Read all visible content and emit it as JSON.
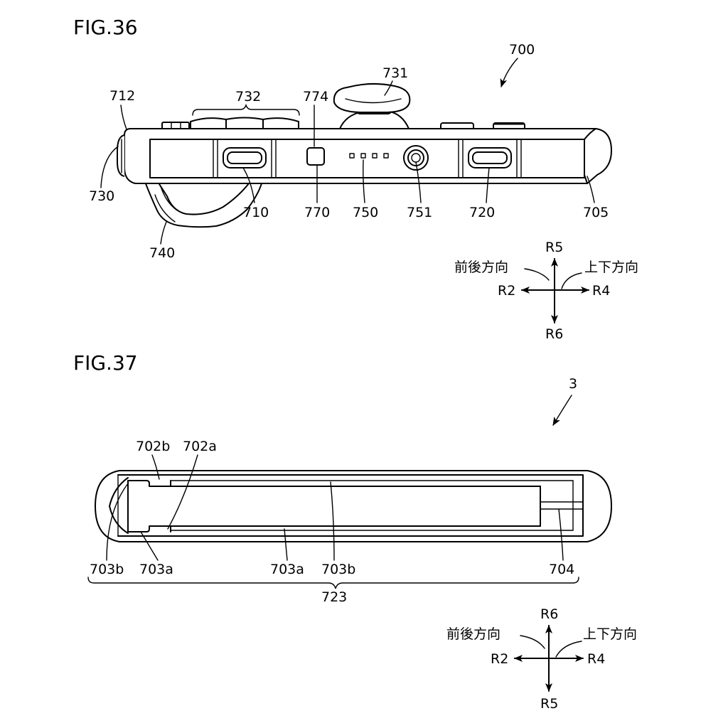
{
  "fig36": {
    "title": "FIG.36",
    "refs": {
      "r700": "700",
      "r731": "731",
      "r712": "712",
      "r732": "732",
      "r774": "774",
      "r730": "730",
      "r710": "710",
      "r770": "770",
      "r750": "750",
      "r751": "751",
      "r720": "720",
      "r705": "705",
      "r740": "740"
    },
    "directions": {
      "up": "R5",
      "down": "R6",
      "left": "R2",
      "right": "R4",
      "front_back": "前後方向",
      "up_down": "上下方向"
    }
  },
  "fig37": {
    "title": "FIG.37",
    "refs": {
      "r3": "3",
      "r702b": "702b",
      "r702a": "702a",
      "r703b_left": "703b",
      "r703a_left": "703a",
      "r703a_mid": "703a",
      "r703b_mid": "703b",
      "r704": "704",
      "r723": "723"
    },
    "directions": {
      "up": "R6",
      "down": "R5",
      "left": "R2",
      "right": "R4",
      "front_back": "前後方向",
      "up_down": "上下方向"
    }
  }
}
